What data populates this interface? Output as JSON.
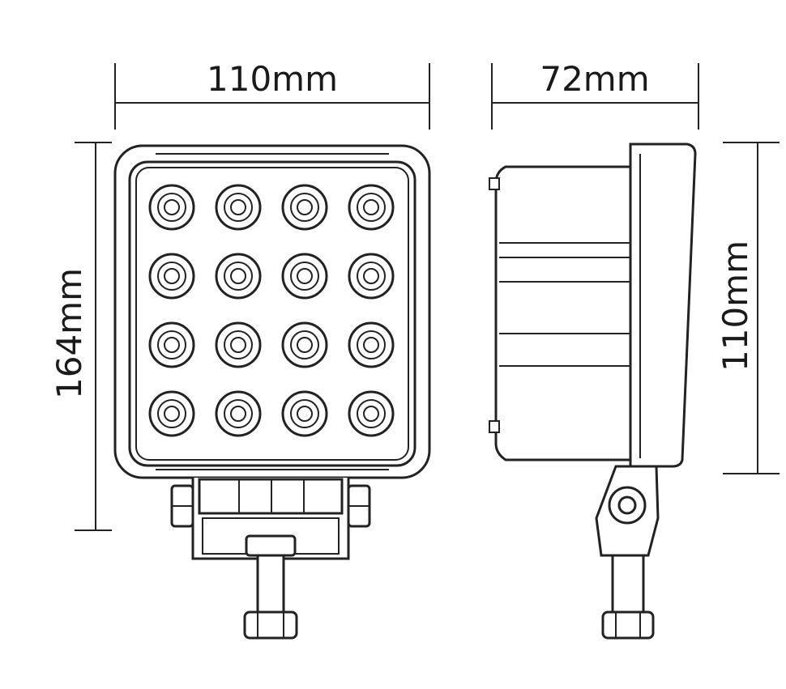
{
  "dimensions": {
    "front_width": "110mm",
    "front_height": "164mm",
    "side_depth": "72mm",
    "side_height": "110mm"
  },
  "led_grid": {
    "rows": 4,
    "cols": 4
  },
  "colors": {
    "line": "#222222",
    "background": "#ffffff"
  }
}
